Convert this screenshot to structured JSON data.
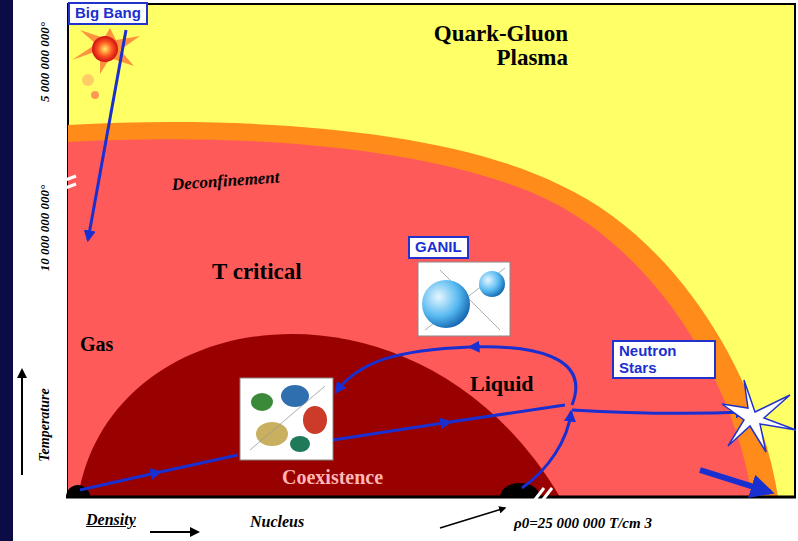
{
  "diagram": {
    "nodes": [
      {
        "text": [
          "Big Bang"
        ]
      },
      {
        "text": [
          "GANIL"
        ]
      },
      {
        "text": [
          "Neutron Stars"
        ]
      }
    ],
    "labels": [
      "Quark-Gluon Plasma",
      "Deconfinement",
      "T critical",
      "Gas",
      "Liquid",
      "Coexistence",
      "Density",
      "Nucleus",
      "ρ0=25 000 000 T/cm 3",
      "Temperature",
      "5 000 000 000°",
      "10 000 000 000°"
    ]
  }
}
